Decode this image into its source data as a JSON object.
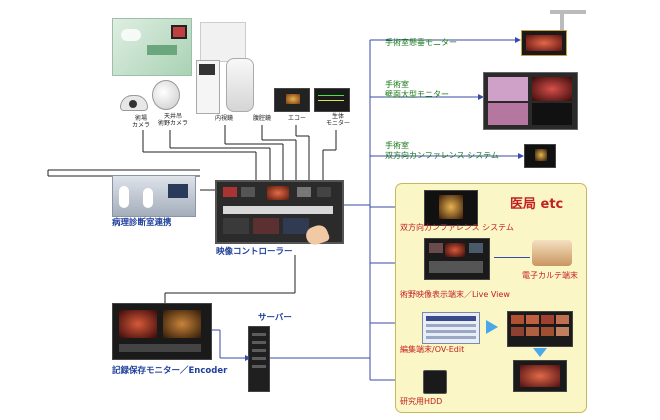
{
  "left": {
    "equipment_labels": [
      "術場\nカメラ",
      "天井吊\n術野カメラ",
      "内視鏡",
      "腹腔鏡",
      "エコー",
      "生体\nモニター"
    ],
    "pathology_label": "病理診断室連携",
    "controller_label": "映像コントローラー",
    "server_label": "サーバー",
    "recorder_label": "記録保存モニター／Encoder"
  },
  "right": {
    "monitor_labels": [
      "手術室懸垂モニター",
      "手術室\n壁面大型モニター",
      "手術室\n双方向カンファレンス システム"
    ]
  },
  "medical_office": {
    "title": "医局 etc",
    "items": [
      "双方向カンファレンス システム",
      "術野映像表示端末／Live View",
      "電子カルテ端末",
      "編集端末/OV-Edit",
      "研究用HDD"
    ]
  },
  "colors": {
    "connector": "#3a4aa8",
    "office_bg": "#fbf6c6",
    "label_green": "#1a7a1a",
    "label_blue": "#1f3f9a",
    "label_red": "#c21f1f"
  }
}
